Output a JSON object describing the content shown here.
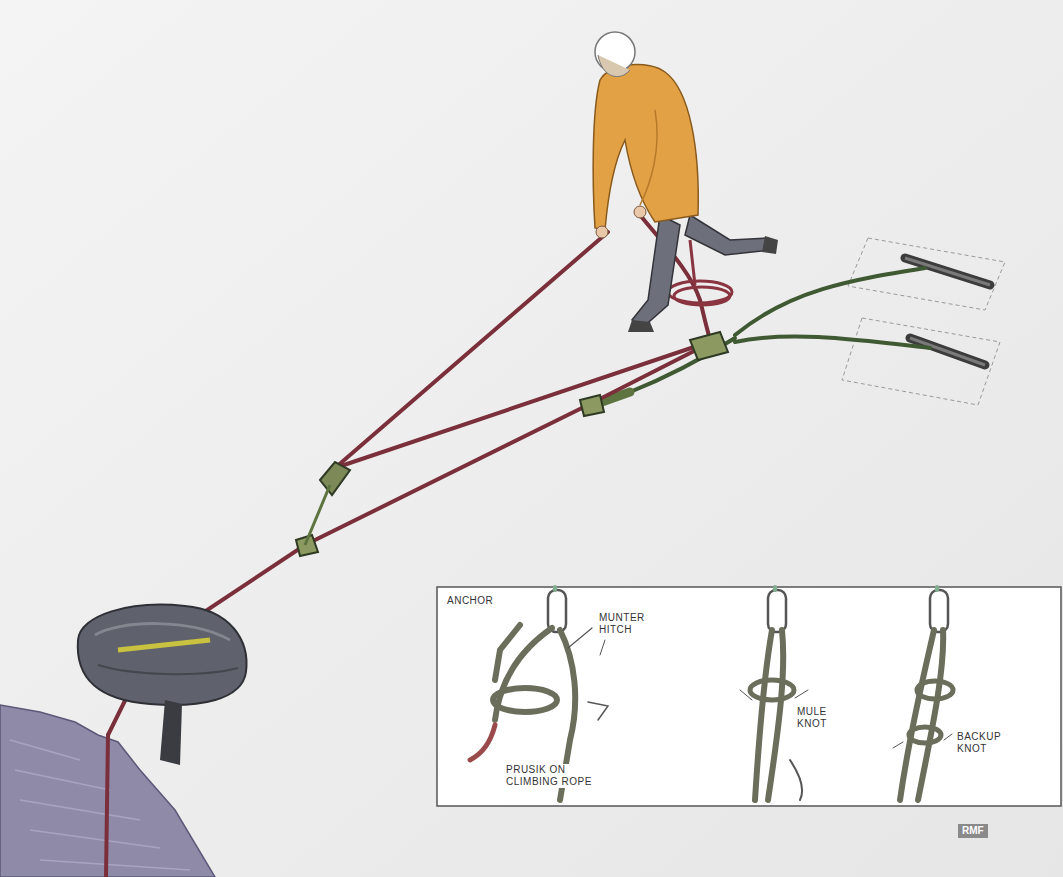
{
  "diagram": {
    "labels": [
      "ANCHOR",
      "MUNTER HITCH",
      "PRUSIK ON CLIMBING ROPE",
      "MULE KNOT",
      "BACKUP KNOT",
      "RMF"
    ]
  }
}
